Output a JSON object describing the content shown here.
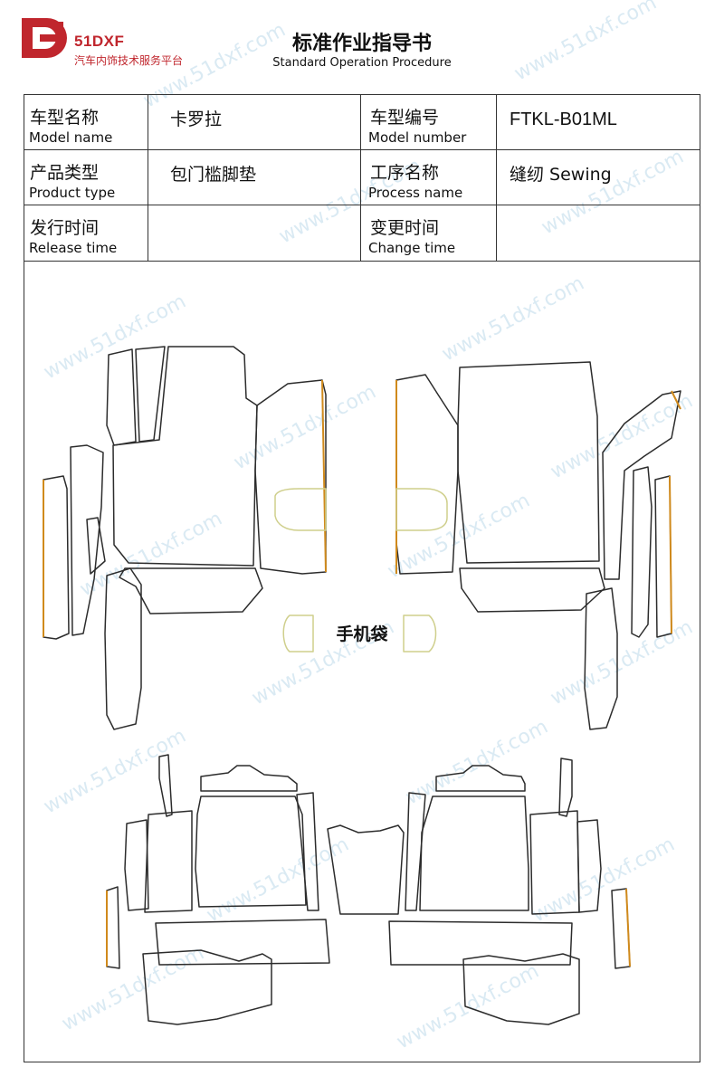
{
  "header": {
    "logo_name": "51DXF",
    "logo_subtitle": "汽车内饰技术服务平台",
    "title": "标准作业指导书",
    "subtitle": "Standard Operation Procedure"
  },
  "info_table": {
    "model_name_zh": "车型名称",
    "model_name_en": "Model name",
    "model_name_value": "卡罗拉",
    "model_number_zh": "车型编号",
    "model_number_en": "Model number",
    "model_number_value": "FTKL-B01ML",
    "product_type_zh": "产品类型",
    "product_type_en": "Product type",
    "product_type_value": "包门槛脚垫",
    "process_name_zh": "工序名称",
    "process_name_en": "Process name",
    "process_name_value": "缝纫 Sewing",
    "release_time_zh": "发行时间",
    "release_time_en": "Release time",
    "release_time_value": "",
    "change_time_zh": "变更时间",
    "change_time_en": "Change time",
    "change_time_value": ""
  },
  "drawing": {
    "pocket_label": "手机袋"
  },
  "watermark": {
    "text": "www.51dxf.com"
  },
  "colors": {
    "brand": "#c0262d",
    "outline": "#2c2c2c",
    "seam_accent": "#d08a1c",
    "watermark": "#bcd9ea"
  }
}
